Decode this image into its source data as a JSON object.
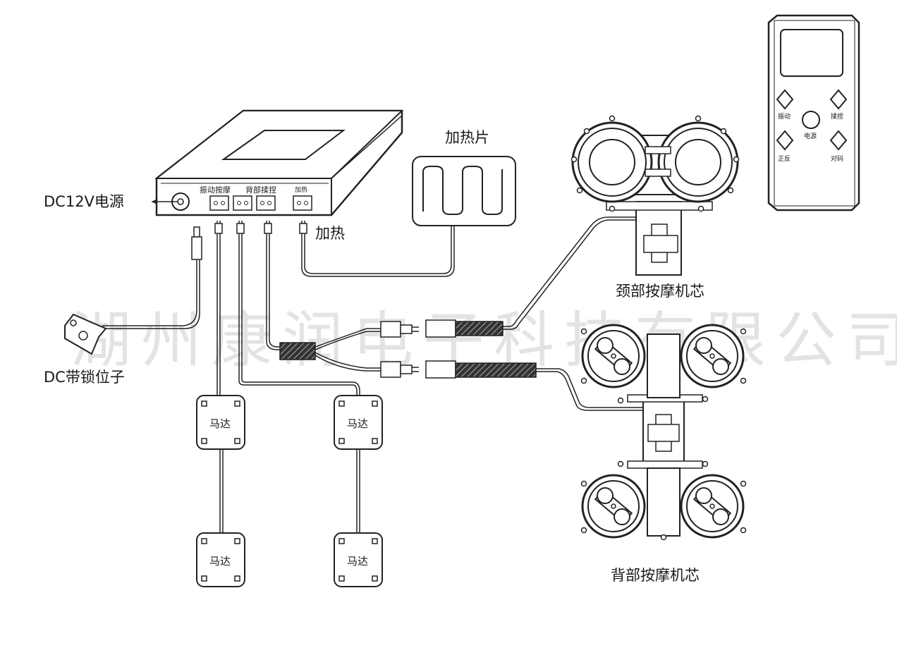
{
  "watermark": "湖州康润电子科技有限公司",
  "labels": {
    "power": "DC12V电源",
    "dc_lock": "DC带锁位子",
    "heat_plug": "加热",
    "heater_pad": "加热片",
    "neck_core": "颈部按摩机芯",
    "back_core": "背部按摩机芯",
    "motor": "马达"
  },
  "controller": {
    "ports": [
      "振动按摩",
      "背部揉捏",
      "加热"
    ]
  },
  "remote": {
    "buttons": {
      "vibrate": "振动",
      "knead": "揉捏",
      "power": "电源",
      "reverse": "正反",
      "pair": "对码"
    }
  }
}
